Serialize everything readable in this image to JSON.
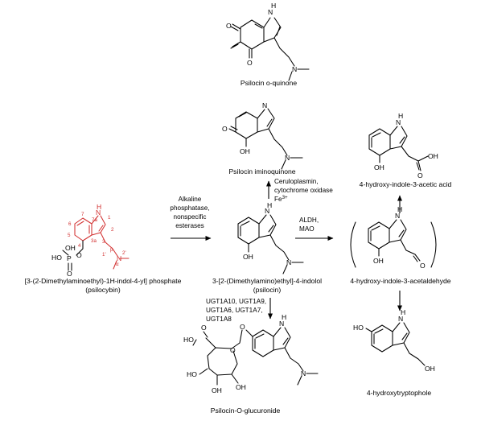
{
  "compounds": {
    "psilocybin": {
      "name_line1": "[3-(2-Dimethylaminoethyl)-1H-indol-4-yl] phosphate",
      "name_line2": "(psilocybin)",
      "atoms": {
        "nh": "N",
        "h": "H",
        "n_dim": "N",
        "ho": "HO",
        "oh": "OH",
        "p": "P",
        "o_ester": "O",
        "o_dbl": "O",
        "pos1": "1",
        "pos2": "2",
        "pos3": "3",
        "pos3a": "3a",
        "pos4": "4",
        "pos5": "5",
        "pos6": "6",
        "pos7": "7",
        "pos7a": "7a",
        "alpha": "α",
        "beta": "β",
        "pos1p": "1'",
        "pos2p": "2'"
      }
    },
    "psilocin": {
      "name_line1": "3-[2-(Dimethylamino)ethyl]-4-indolol",
      "name_line2": "(psilocin)",
      "atoms": {
        "nh": "H\nN",
        "n_dim": "N",
        "oh": "OH"
      }
    },
    "iminoquinone": {
      "name": "Psilocin iminoquinone",
      "atoms": {
        "n": "N",
        "o": "O",
        "oh": "OH",
        "n_dim": "N"
      }
    },
    "oquinone": {
      "name": "Psilocin o-quinone",
      "atoms": {
        "nh": "N",
        "o1": "O",
        "o2": "O",
        "n_dim": "N"
      }
    },
    "glucuronide": {
      "name": "Psilocin-O-glucuronide",
      "atoms": {
        "nh": "N",
        "ho_acid": "HO",
        "o_acid": "O",
        "o_ring": "O",
        "o_link": "O",
        "ho_3": "HO",
        "oh_2": "OH",
        "oh_4": "OH",
        "n_dim": "N"
      }
    },
    "acetaldehyde": {
      "name": "4-hydroxy-indole-3-acetaldehyde",
      "atoms": {
        "nh": "N",
        "oh": "OH",
        "o": "O"
      }
    },
    "acetic_acid": {
      "name": "4-hydroxy-indole-3-acetic acid",
      "atoms": {
        "nh": "N",
        "oh": "OH",
        "o": "O",
        "oh2": "OH"
      }
    },
    "tryptophole": {
      "name": "4-hydroxytryptophole",
      "atoms": {
        "nh": "N",
        "ho": "HO",
        "oh": "OH"
      }
    }
  },
  "reactions": {
    "dephosphorylation": {
      "line1": "Alkaline",
      "line2": "phosphatase,",
      "line3": "nonspecific",
      "line4": "esterases"
    },
    "oxidation": {
      "line1": "Ceruloplasmin,",
      "line2": "cytochrome oxidase",
      "line3": "Fe",
      "line3_sup": "3+"
    },
    "deamination": {
      "line1": "ALDH,",
      "line2": "MAO"
    },
    "glucuronidation": {
      "line1": "UGT1A10, UGT1A9,",
      "line2": "UGT1A6, UGT1A7,",
      "line3": "UGT1A8"
    }
  },
  "colors": {
    "highlight": "#d23030",
    "ink": "#000000"
  }
}
